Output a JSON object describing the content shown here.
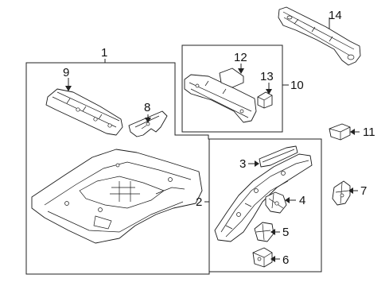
{
  "diagram": {
    "callouts": {
      "c1": "1",
      "c2": "2",
      "c3": "3",
      "c4": "4",
      "c5": "5",
      "c6": "6",
      "c7": "7",
      "c8": "8",
      "c9": "9",
      "c10": "10",
      "c11": "11",
      "c12": "12",
      "c13": "13",
      "c14": "14"
    },
    "line_color": "#1a1a1a",
    "background": "#ffffff"
  }
}
